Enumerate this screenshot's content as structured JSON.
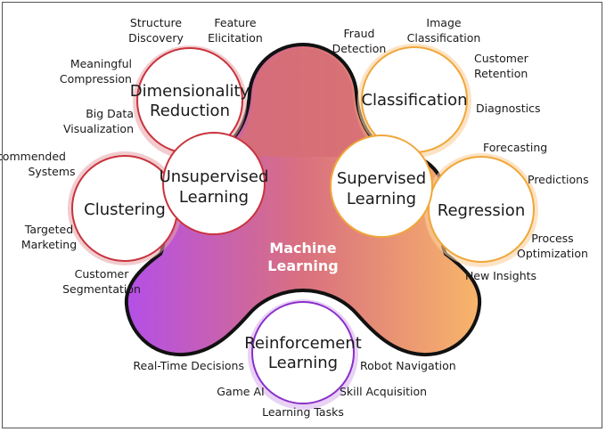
{
  "center": {
    "line1": "Machine",
    "line2": "Learning"
  },
  "colors": {
    "unsupervised": "#c8333d",
    "supervised": "#f0a73a",
    "reinforcement": "#8b2fc9",
    "blob_top": "#d96f75",
    "blob_left": "#b44fe8",
    "blob_right": "#f8b56a",
    "outline": "#111111"
  },
  "groups": {
    "unsupervised": {
      "main": [
        "Unsupervised",
        "Learning"
      ],
      "clustering": [
        "Clustering"
      ],
      "dimensionality": [
        "Dimensionality",
        "Reduction"
      ],
      "leaves": {
        "structure": [
          "Structure",
          "Discovery"
        ],
        "feature": [
          "Feature",
          "Elicitation"
        ],
        "compression": [
          "Meaningful",
          "Compression"
        ],
        "bigdata": [
          "Big Data",
          "Visualization"
        ],
        "recommended": [
          "Recommended",
          "Systems"
        ],
        "targeted": [
          "Targeted",
          "Marketing"
        ],
        "segmentation": [
          "Customer",
          "Segmentation"
        ]
      }
    },
    "supervised": {
      "main": [
        "Supervised",
        "Learning"
      ],
      "classification": [
        "Classification"
      ],
      "regression": [
        "Regression"
      ],
      "leaves": {
        "fraud": [
          "Fraud",
          "Detection"
        ],
        "image": [
          "Image",
          "Classification"
        ],
        "retention": [
          "Customer",
          "Retention"
        ],
        "diagnostics": [
          "Diagnostics"
        ],
        "forecasting": [
          "Forecasting"
        ],
        "predictions": [
          "Predictions"
        ],
        "process": [
          "Process",
          "Optimization"
        ],
        "insights": [
          "New Insights"
        ]
      }
    },
    "reinforcement": {
      "main": [
        "Reinforcement",
        "Learning"
      ],
      "leaves": {
        "realtime": [
          "Real-Time Decisions"
        ],
        "robot": [
          "Robot Navigation"
        ],
        "gameai": [
          "Game AI"
        ],
        "skill": [
          "Skill Acquisition"
        ],
        "tasks": [
          "Learning Tasks"
        ]
      }
    }
  }
}
